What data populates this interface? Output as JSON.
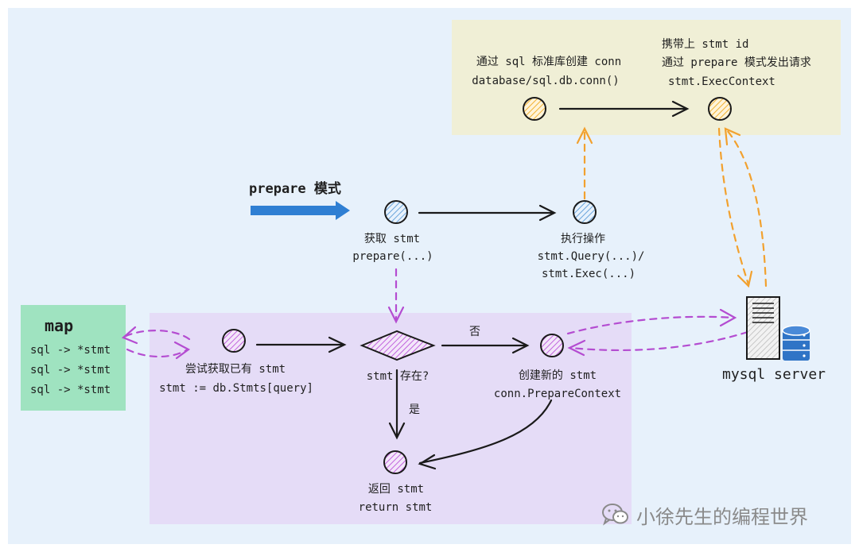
{
  "colors": {
    "background": "#e7f1fb",
    "top_box": "#f0efd6",
    "lower_box": "#e5dcf7",
    "map_box": "#9fe3c0",
    "black_arrow": "#1a1a1a",
    "orange_dashed": "#f2a12e",
    "purple_dashed": "#b44cd1",
    "blue_arrow": "#2f7fd3",
    "db_icon": "#2f74c6"
  },
  "top": {
    "create_conn_line1": "通过 sql 标准库创建 conn",
    "create_conn_line2": "database/sql.db.conn()",
    "carry_line1": "携带上 stmt id",
    "carry_line2": "通过 prepare 模式发出请求",
    "carry_line3": "stmt.ExecContext"
  },
  "middle": {
    "title": "prepare 模式",
    "get_stmt_line1": "获取 stmt",
    "get_stmt_line2": "prepare(...)",
    "exec_line1": "执行操作",
    "exec_line2": "stmt.Query(...)/",
    "exec_line3": "stmt.Exec(...)"
  },
  "map": {
    "title": "map",
    "rows": [
      "sql -> *stmt",
      "sql -> *stmt",
      "sql -> *stmt"
    ]
  },
  "lower": {
    "try_get_line1": "尝试获取已有 stmt",
    "try_get_line2": "stmt := db.Stmts[query]",
    "exists": "stmt 存在?",
    "no_label": "否",
    "yes_label": "是",
    "create_new_line1": "创建新的 stmt",
    "create_new_line2": "conn.PrepareContext",
    "return_line1": "返回 stmt",
    "return_line2": "return stmt"
  },
  "server": {
    "label": "mysql server",
    "icon": "server-icon"
  },
  "watermark": {
    "text": "小徐先生的编程世界",
    "icon": "wechat-icon"
  }
}
